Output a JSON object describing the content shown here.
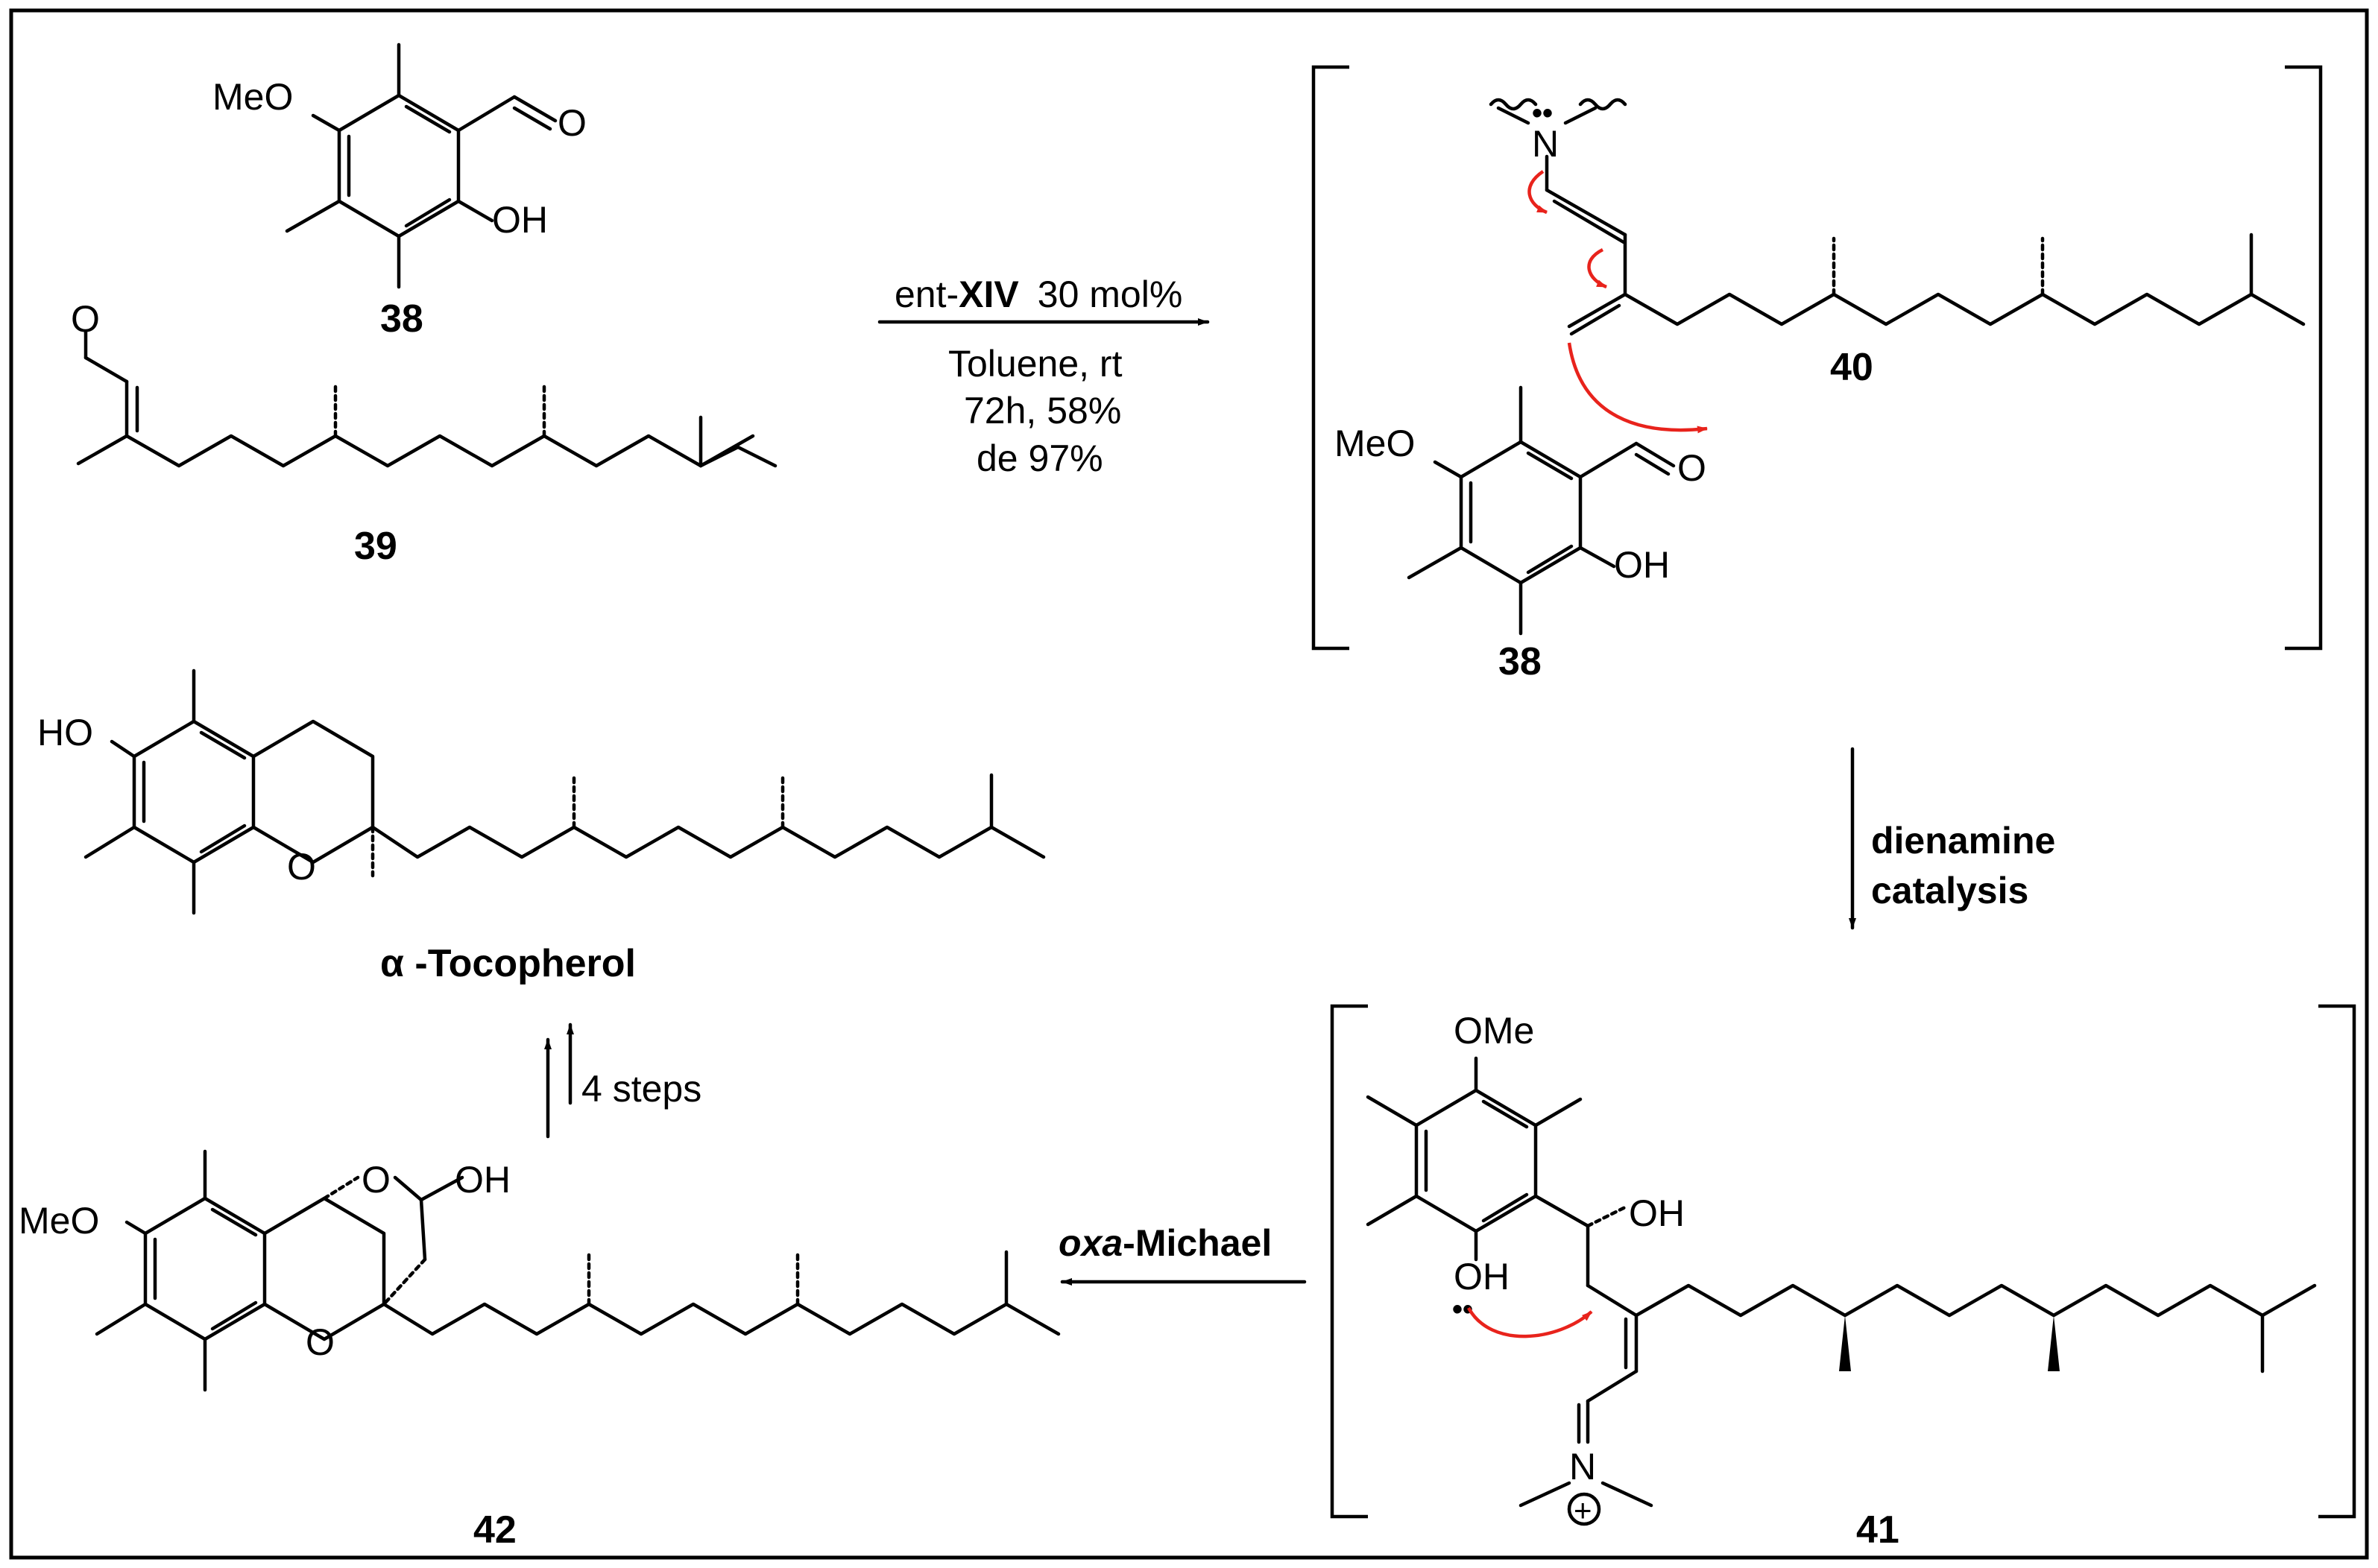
{
  "compounds": {
    "c38": "38",
    "c39": "39",
    "c40": "40",
    "c38b": "38",
    "c41": "41",
    "c42": "42",
    "tocopherol": "α -Tocopherol"
  },
  "atoms": {
    "meo": "MeO",
    "oh": "OH",
    "o": "O",
    "n": "N",
    "ho": "HO",
    "ome": "OMe",
    "dots": "••",
    "plus": "+"
  },
  "conditions": {
    "catalyst_prefix": "ent-",
    "catalyst_bold": "XIV",
    "catalyst_loading": "30 mol%",
    "solvent": "Toluene, rt",
    "time_yield": "72h, 58%",
    "de": "de 97%"
  },
  "steps": {
    "dienamine_line1": "dienamine",
    "dienamine_line2": "catalysis",
    "oxa_italic": "oxa",
    "oxa_rest": "-Michael",
    "four_steps": "4 steps"
  },
  "colors": {
    "ink": "#000000",
    "electron_arrow": "#e8231c",
    "background": "#ffffff"
  }
}
